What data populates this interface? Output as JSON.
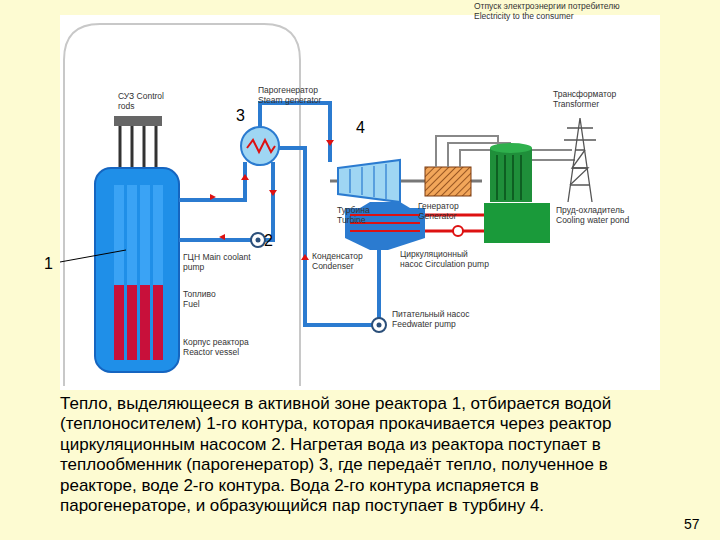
{
  "diagram": {
    "caption": "Тепло, выделяющееся в активной зоне реактора 1, отбирается водой (теплоносителем) 1-го контура, которая прокачивается через реактор циркуляционным насосом 2. Нагретая вода из реактора поступает в теплообменник (парогенератор) 3, где передаёт тепло, полученное в реакторе, воде 2-го контура. Вода 2-го контура испаряется в парогенераторе, и образующийся пар поступает в турбину 4.",
    "labels": [
      "Отпуск электроэнергии потребителю Electricity to the consumer",
      "Парогенератор Steam generator",
      "СУЗ Control rods",
      "Трансформатор Transformer",
      "Турбина Turbine",
      "Генератор Generator",
      "3",
      "4",
      "ГЦН Main coolant pump",
      "2",
      "1",
      "Конденсатор Condenser",
      "Циркуляционный насос Circulation pump",
      "Пруд-охладитель Cooling water pond",
      "Топливо Fuel",
      "Питательный насос Feedwater pump",
      "Корпус реактора Reactor vessel",
      "57"
    ]
  }
}
